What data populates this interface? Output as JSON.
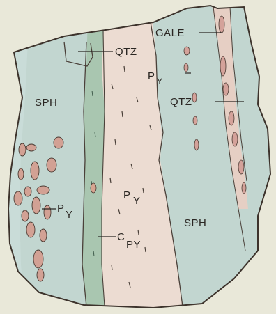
{
  "labels": {
    "galena": "GALE",
    "quartz_top": "QTZ",
    "quartz_right": "QTZ",
    "pyrite_upper_p": "P",
    "pyrite_upper_y": "Y",
    "sphalerite_left": "SPH",
    "sphalerite_right": "SPH",
    "pyrite_center_p": "P",
    "pyrite_center_y": "Y",
    "pyrite_left_p": "P",
    "pyrite_left_y": "Y",
    "chalcopyrite_c": "C",
    "chalcopyrite_py": "PY"
  },
  "colors": {
    "background": "#e9e8d9",
    "sphalerite": "#c2d6d0",
    "green_band": "#a9c6b0",
    "pyrite_zone": "#ecdcd2",
    "spots": "#d2a194",
    "outline": "#3d332c"
  }
}
